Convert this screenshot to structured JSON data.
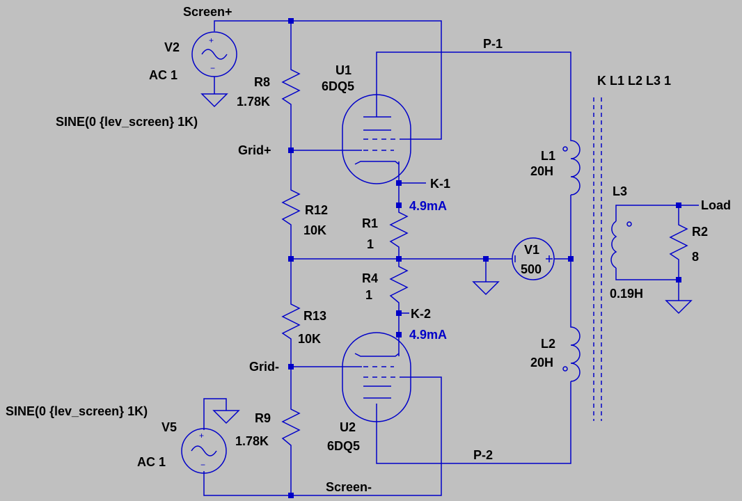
{
  "nets": {
    "screen_pos": "Screen+",
    "screen_neg": "Screen-",
    "grid_pos": "Grid+",
    "grid_neg": "Grid-",
    "p1": "P-1",
    "p2": "P-2",
    "k1": "K-1",
    "k2": "K-2",
    "load": "Load"
  },
  "sources": {
    "v2": {
      "name": "V2",
      "value": "AC 1"
    },
    "v5": {
      "name": "V5",
      "value": "AC 1"
    },
    "v2_directive": "SINE(0 {lev_screen} 1K)",
    "v5_directive": "SINE(0 {lev_screen} 1K)",
    "v1": {
      "name": "V1",
      "value": "500"
    }
  },
  "resistors": {
    "r8": {
      "name": "R8",
      "value": "1.78K"
    },
    "r12": {
      "name": "R12",
      "value": "10K"
    },
    "r1": {
      "name": "R1",
      "value": "1"
    },
    "r4": {
      "name": "R4",
      "value": "1"
    },
    "r13": {
      "name": "R13",
      "value": "10K"
    },
    "r9": {
      "name": "R9",
      "value": "1.78K"
    },
    "r2": {
      "name": "R2",
      "value": "8"
    }
  },
  "tubes": {
    "u1": {
      "name": "U1",
      "model": "6DQ5"
    },
    "u2": {
      "name": "U2",
      "model": "6DQ5"
    }
  },
  "inductors": {
    "l1": {
      "name": "L1",
      "value": "20H"
    },
    "l2": {
      "name": "L2",
      "value": "20H"
    },
    "l3": {
      "name": "L3",
      "value": "0.19H"
    }
  },
  "coupling": "K L1 L2 L3 1",
  "annotations": {
    "i_r1": "4.9mA",
    "i_r4": "4.9mA"
  },
  "colors": {
    "background": "#c0c0c0",
    "wire": "#0000c8",
    "text": "#000000",
    "annotation": "#0000c8"
  }
}
